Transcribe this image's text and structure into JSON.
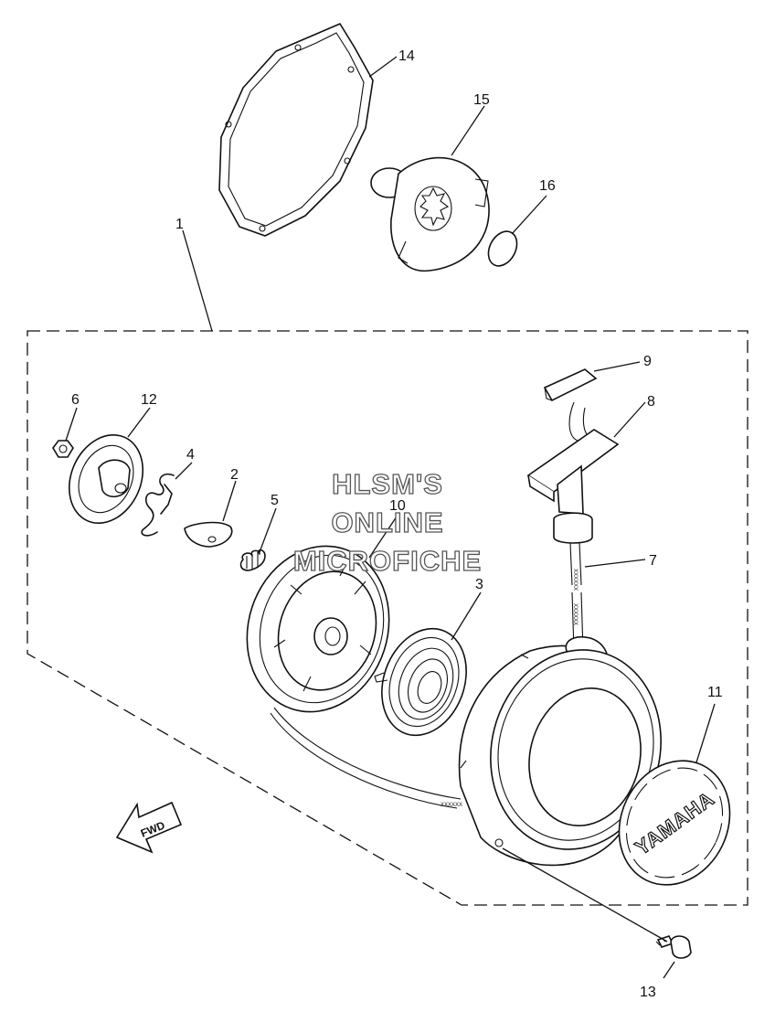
{
  "watermark": {
    "line1": "HLSM'S",
    "line2": "ONLINE",
    "line3": "MICROFICHE"
  },
  "fwd_label": "FWD",
  "badge_text": "YAMAHA",
  "rope_marking": "XXXXXX",
  "callouts": [
    {
      "id": "14",
      "label": "14"
    },
    {
      "id": "15",
      "label": "15"
    },
    {
      "id": "16",
      "label": "16"
    },
    {
      "id": "1",
      "label": "1"
    },
    {
      "id": "9",
      "label": "9"
    },
    {
      "id": "8",
      "label": "8"
    },
    {
      "id": "6",
      "label": "6"
    },
    {
      "id": "12",
      "label": "12"
    },
    {
      "id": "4",
      "label": "4"
    },
    {
      "id": "2",
      "label": "2"
    },
    {
      "id": "5",
      "label": "5"
    },
    {
      "id": "10",
      "label": "10"
    },
    {
      "id": "3",
      "label": "3"
    },
    {
      "id": "7",
      "label": "7"
    },
    {
      "id": "11",
      "label": "11"
    },
    {
      "id": "13",
      "label": "13"
    }
  ]
}
